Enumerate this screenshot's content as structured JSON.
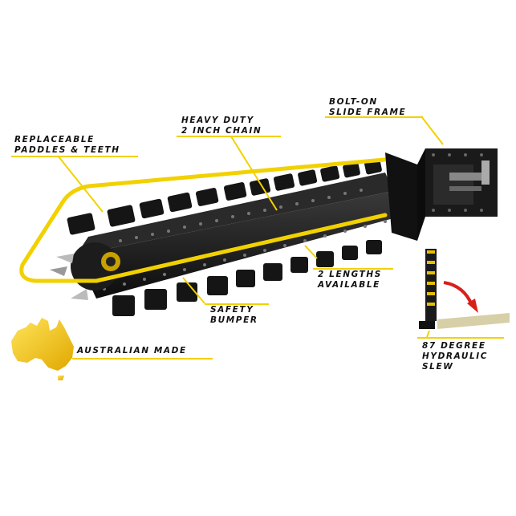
{
  "labels": {
    "replaceable": {
      "line1": "REPLACEABLE",
      "line2": "PADDLES & TEETH"
    },
    "heavy_duty": {
      "line1": "HEAVY DUTY",
      "line2": "2 INCH CHAIN"
    },
    "bolt_on": {
      "line1": "BOLT-ON",
      "line2": "SLIDE FRAME"
    },
    "lengths": {
      "line1": "2 LENGTHS",
      "line2": "AVAILABLE"
    },
    "safety": {
      "line1": "SAFETY",
      "line2": "BUMPER"
    },
    "australian": {
      "line1": "AUSTRALIAN MADE"
    },
    "slew": {
      "line1": "87 DEGREE",
      "line2": "HYDRAULIC",
      "line3": "SLEW"
    }
  },
  "colors": {
    "accent_yellow": "#f2d100",
    "frame_black": "#1a1a1a",
    "slew_arrow_red": "#d8201b"
  }
}
